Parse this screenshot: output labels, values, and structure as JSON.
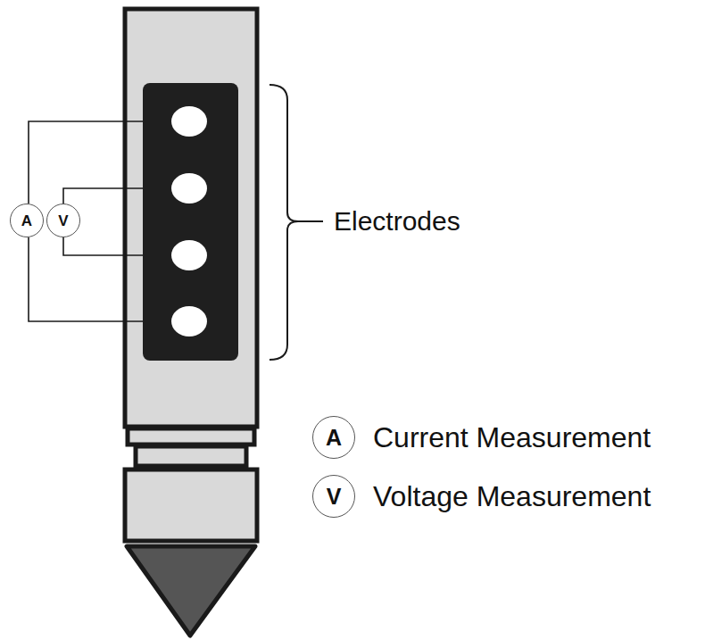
{
  "diagram": {
    "nodes": [
      {
        "text": [
          "A"
        ]
      },
      {
        "text": [
          "V"
        ]
      },
      {
        "text": [
          "A"
        ]
      },
      {
        "text": [
          "V"
        ]
      }
    ],
    "labels": [
      "Electrodes"
    ],
    "legend": [
      {
        "text": "Current Measurement"
      },
      {
        "text": "Voltage Measurement"
      }
    ]
  }
}
